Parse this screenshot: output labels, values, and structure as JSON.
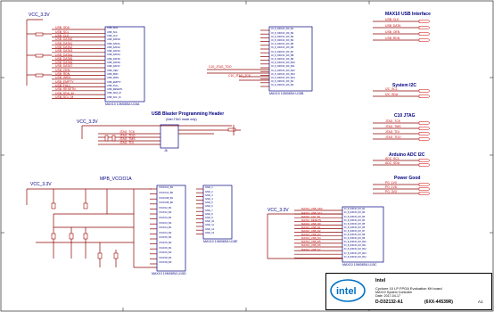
{
  "sections": {
    "usb_interface": "MAX10 USB Interface",
    "system_i2c": "System I2C",
    "c10_jtag": "C10 JTAG",
    "arduino_adc_i2c": "Arduino ADC I2C",
    "power_good": "Power Good",
    "usb_blaster": "USB Blaster Programming Header",
    "usb_blaster_sub": "(Intel JTAG mode only)"
  },
  "nets": {
    "vcc_top_left": "VCC_3.3V",
    "vcc_mid_left": "VCC_3.3V",
    "vcc_bottom_left": "VCC_3.3V",
    "vcc_bottom_mid": "VCC_3.3V",
    "mpb_vcc": "MPB_VCCIO1A",
    "left_bus": [
      "USB_SDA",
      "USB_SCL",
      "USB_CLK",
      "USB_DATA0",
      "USB_DATA1",
      "USB_DATA2",
      "USB_DATA3",
      "USB_DATA4",
      "USB_DATA5",
      "USB_DATA6",
      "USB_DATA7",
      "USB_OEN",
      "USB_RDN",
      "USB_WRN",
      "USB_EMPTY",
      "USB_FULL",
      "USB_RESETN",
      "USB_SDA_M",
      "USB_SCL_M"
    ],
    "mid_bus": [
      "C10_JTAG_TDO",
      "C10_JTAG_TCK"
    ],
    "blaster_pins": [
      "JTAG_TCK",
      "JTAG_TDO",
      "JTAG_TMS",
      "JTAG_TDI"
    ],
    "right_usb": [
      "USB_CLK",
      "USB_DATA",
      "USB_OEN",
      "USB_RDN"
    ],
    "right_i2c": [
      "I2C_SCL",
      "I2C_SDA"
    ],
    "right_jtag": [
      "JTAG_TCK",
      "JTAG_TMS",
      "JTAG_TDI",
      "JTAG_TDO"
    ],
    "right_adc": [
      "ADC_SCL",
      "ADC_SDA"
    ],
    "right_pg": [
      "PG_1V0",
      "PG_1V8",
      "PG_3V3"
    ],
    "bank_b_pins": [
      "VCCIO1A_B1",
      "VCCIO1A_B2",
      "VCCIO1B_B1",
      "VCCIO1B_B2",
      "VCCIO2_B1",
      "VCCIO2_B2",
      "VCCIO3_B1",
      "VCCIO3_B2",
      "VCCIO4_B1",
      "VCCIO4_B2",
      "VCCIO5_B1",
      "VCCIO5_B2",
      "VCCIO6_B1",
      "VCCIO6_B2",
      "VCCIO8_B1",
      "VCCIO8_B2"
    ],
    "gnd_pins": [
      "GND_1",
      "GND_2",
      "GND_3",
      "GND_4",
      "GND_5",
      "GND_6",
      "GND_7",
      "GND_8",
      "GND_9",
      "GND_10",
      "GND_11",
      "GND_12",
      "GND_13"
    ],
    "bank_c_pins": [
      "IO_8_DIFFIO_RX_B1",
      "IO_8_DIFFIO_RX_B2",
      "IO_8_DIFFIO_RX_B3",
      "IO_8_DIFFIO_RX_B4",
      "IO_8_DIFFIO_RX_B5",
      "IO_8_DIFFIO_RX_B6",
      "IO_8_DIFFIO_RX_B7",
      "IO_8_DIFFIO_RX_B8",
      "IO_8_DIFFIO_RX_B9",
      "IO_8_DIFFIO_RX_B10",
      "IO_8_DIFFIO_RX_B11",
      "IO_8_DIFFIO_RX_B12",
      "IO_8_DIFFIO_RX_B13",
      "IO_8_DIFFIO_RX_B14"
    ],
    "bank_c_nets": [
      "MAX10_USB_SDA",
      "MAX10_USB_SCL",
      "MAX10_CLK_50",
      "MAX10_RESETN",
      "MAX10_USB_D0",
      "MAX10_USB_D1",
      "MAX10_USB_D2",
      "MAX10_USB_D3",
      "MAX10_USB_D4",
      "MAX10_USB_D5",
      "MAX10_USB_D6",
      "MAX10_USB_D7"
    ]
  },
  "parts": {
    "u1a": "MAX10 10M08SA U15A",
    "u1b": "MAX10 10M08SA U15B",
    "u1d": "MAX10 10M08SA U15D",
    "u1e": "MAX10 10M08SA U15E",
    "u1c": "MAX10 10M08SA U15C",
    "blaster_conn": "J6"
  },
  "title_block": {
    "company": "Intel",
    "logo_text": "intel",
    "description": "Cyclone 10 LP FPGA Evaluation Kit board",
    "description2": "MAX10 System Controller",
    "date": "Date: 2017-04-17",
    "doc_number": "D-D32132-A1",
    "part_number": "(6XX-44539R)",
    "rev": "A1"
  },
  "colors": {
    "wire": "#8b0000",
    "symbol": "#000080",
    "net_label": "#cc0000",
    "logo": "#0071c5"
  }
}
